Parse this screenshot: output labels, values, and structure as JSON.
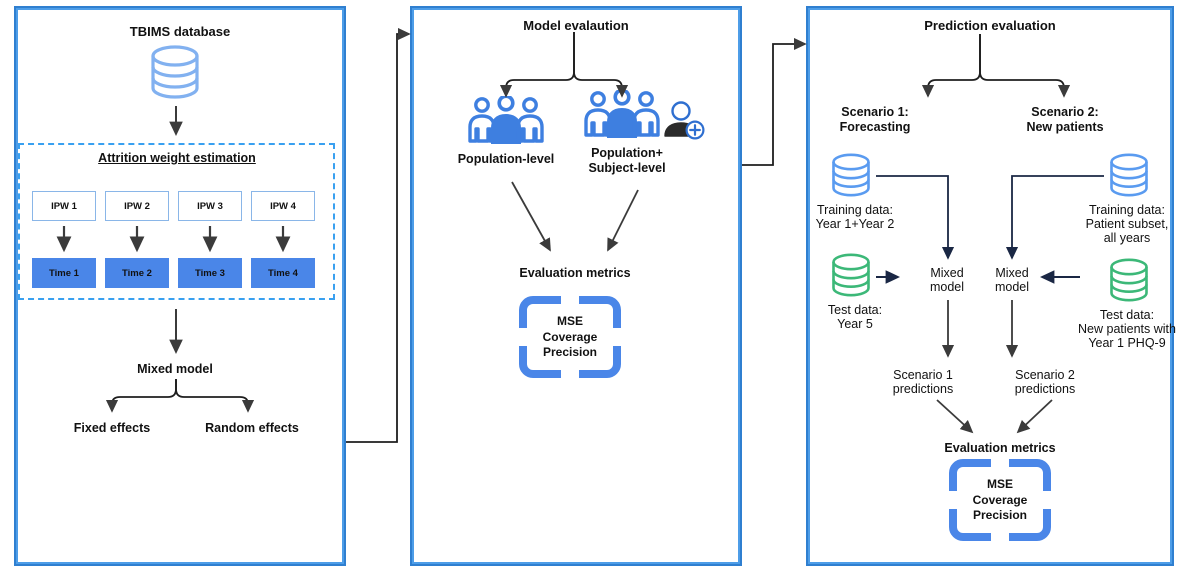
{
  "colors": {
    "panel_border_outer": "#2f7fd0",
    "panel_border_inner": "#4d9de8",
    "accent_blue": "#4a86e8",
    "light_blue": "#82b1f0",
    "dashed_blue": "#39a0f0",
    "green": "#3cb878",
    "arrow_dark": "#3b3b3b",
    "text": "#111111"
  },
  "panel1": {
    "title": "TBIMS database",
    "database_icon": "database-cylinder-icon",
    "attrition": {
      "title": "Attrition weight estimation",
      "ipw_boxes": [
        "IPW 1",
        "IPW 2",
        "IPW 3",
        "IPW 4"
      ],
      "time_boxes": [
        "Time 1",
        "Time 2",
        "Time 3",
        "Time 4"
      ]
    },
    "mixed_model": "Mixed model",
    "effects": [
      "Fixed effects",
      "Random effects"
    ]
  },
  "panel2": {
    "title": "Model evalaution",
    "branches": [
      {
        "icon": "people-group-icon",
        "label_line1": "Population-level",
        "label_line2": ""
      },
      {
        "icon": "people-group-icon",
        "label_line1": "Population+",
        "label_line2": "Subject-level",
        "extra_icon": "add-person-icon"
      }
    ],
    "evaluation_metrics_label": "Evaluation metrics",
    "metrics": [
      "MSE",
      "Coverage",
      "Precision"
    ]
  },
  "panel3": {
    "title": "Prediction evaluation",
    "scenarios": [
      {
        "line1": "Scenario 1:",
        "line2": "Forecasting"
      },
      {
        "line1": "Scenario 2:",
        "line2": "New patients"
      }
    ],
    "data_sources": [
      {
        "icon": "database-cylinder-icon-blue",
        "lines": [
          "Training data:",
          "Year 1+Year 2"
        ]
      },
      {
        "icon": "database-cylinder-icon-green",
        "lines": [
          "Test data:",
          "Year 5"
        ]
      },
      {
        "icon": "database-cylinder-icon-blue",
        "lines": [
          "Training data:",
          "Patient subset,",
          "all years"
        ]
      },
      {
        "icon": "database-cylinder-icon-green",
        "lines": [
          "Test data:",
          "New patients with",
          "Year 1 PHQ-9"
        ]
      }
    ],
    "models": [
      "Mixed\nmodel",
      "Mixed\nmodel"
    ],
    "predictions": [
      {
        "line1": "Scenario 1",
        "line2": "predictions"
      },
      {
        "line1": "Scenario 2",
        "line2": "predictions"
      }
    ],
    "evaluation_metrics_label": "Evaluation metrics",
    "metrics": [
      "MSE",
      "Coverage",
      "Precision"
    ]
  }
}
